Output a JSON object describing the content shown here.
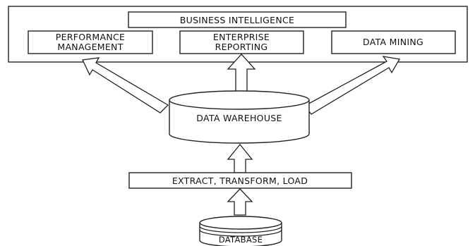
{
  "diagram": {
    "bi_container": {
      "title": "BUSINESS INTELLIGENCE"
    },
    "modules": {
      "performance": {
        "line1": "PERFORMANCE",
        "line2": "MANAGEMENT"
      },
      "reporting": {
        "line1": "ENTERPRISE",
        "line2": "REPORTING"
      },
      "mining": {
        "label": "DATA MINING"
      }
    },
    "warehouse": {
      "label": "DATA WAREHOUSE"
    },
    "etl": {
      "label": "EXTRACT, TRANSFORM, LOAD"
    },
    "database": {
      "label": "DATABASE"
    },
    "colors": {
      "stroke": "#222222",
      "fill": "#ffffff"
    }
  }
}
